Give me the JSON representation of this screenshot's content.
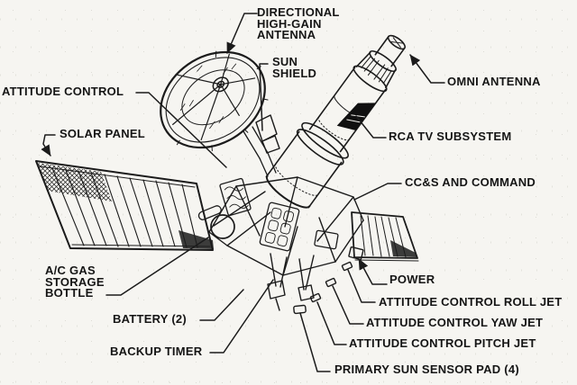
{
  "colors": {
    "ink": "#1b1b1b",
    "paper": "#f6f5f1",
    "tv_aperture": "#101010"
  },
  "diagram": {
    "labels": [
      {
        "id": "directional-high-gain-antenna",
        "lines": [
          "DIRECTIONAL",
          "HIGH-GAIN",
          "ANTENNA"
        ]
      },
      {
        "id": "sun-shield",
        "lines": [
          "SUN",
          "SHIELD"
        ]
      },
      {
        "id": "omni-antenna",
        "lines": [
          "OMNI ANTENNA"
        ]
      },
      {
        "id": "attitude-control",
        "lines": [
          "ATTITUDE CONTROL"
        ]
      },
      {
        "id": "solar-panel",
        "lines": [
          "SOLAR PANEL"
        ]
      },
      {
        "id": "rca-tv-subsystem",
        "lines": [
          "RCA TV SUBSYSTEM"
        ]
      },
      {
        "id": "ccs-and-command",
        "lines": [
          "CC&S AND COMMAND"
        ]
      },
      {
        "id": "ac-gas-storage-bottle",
        "lines": [
          "A/C GAS",
          "STORAGE",
          "BOTTLE"
        ]
      },
      {
        "id": "power",
        "lines": [
          "POWER"
        ]
      },
      {
        "id": "attitude-control-roll-jet",
        "lines": [
          "ATTITUDE CONTROL ROLL JET"
        ]
      },
      {
        "id": "battery-2",
        "lines": [
          "BATTERY (2)"
        ]
      },
      {
        "id": "attitude-control-yaw-jet",
        "lines": [
          "ATTITUDE CONTROL YAW JET"
        ]
      },
      {
        "id": "backup-timer",
        "lines": [
          "BACKUP TIMER"
        ]
      },
      {
        "id": "attitude-control-pitch-jet",
        "lines": [
          "ATTITUDE CONTROL PITCH JET"
        ]
      },
      {
        "id": "primary-sun-sensor-pad-4",
        "lines": [
          "PRIMARY SUN SENSOR PAD (4)"
        ]
      }
    ]
  }
}
